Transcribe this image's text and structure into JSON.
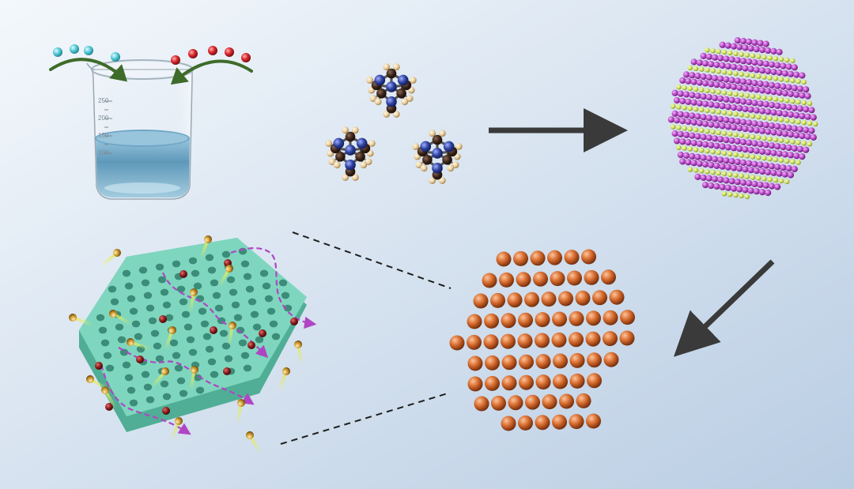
{
  "figure": {
    "background": {
      "top_left": "#f4f8fc",
      "bottom_right": "#b9cde3"
    },
    "colors": {
      "precursor_cyan": "#56cbd9",
      "precursor_red": "#d9262b",
      "curved_arrow": "#3f6b2a",
      "flow_arrow": "#3a3a3a",
      "carbon": "#3b2418",
      "nitrogen": "#2c3f9c",
      "hydrogen": "#ead0a2",
      "nanocrystal_magenta": "#b94ac9",
      "nanocrystal_yellow": "#cfe15a",
      "copper_nanoparticle": "#d4692c",
      "membrane": "#7fd6be",
      "membrane_pore": "#2f7f6c",
      "red_ion": "#8a1a1a",
      "gold_ion": "#c9962a",
      "yellow_tail": "#e6ec5a",
      "ion_path": "#b045c4",
      "dashed_connector": "#1f1f1f"
    },
    "beaker": {
      "graduation_labels": [
        "250",
        "200",
        "150",
        "100"
      ]
    },
    "panels": [
      "precursor-solution-beaker",
      "hexamine-molecules",
      "bimetallic-nanocrystal",
      "copper-nanoparticle",
      "porous-membrane"
    ]
  }
}
